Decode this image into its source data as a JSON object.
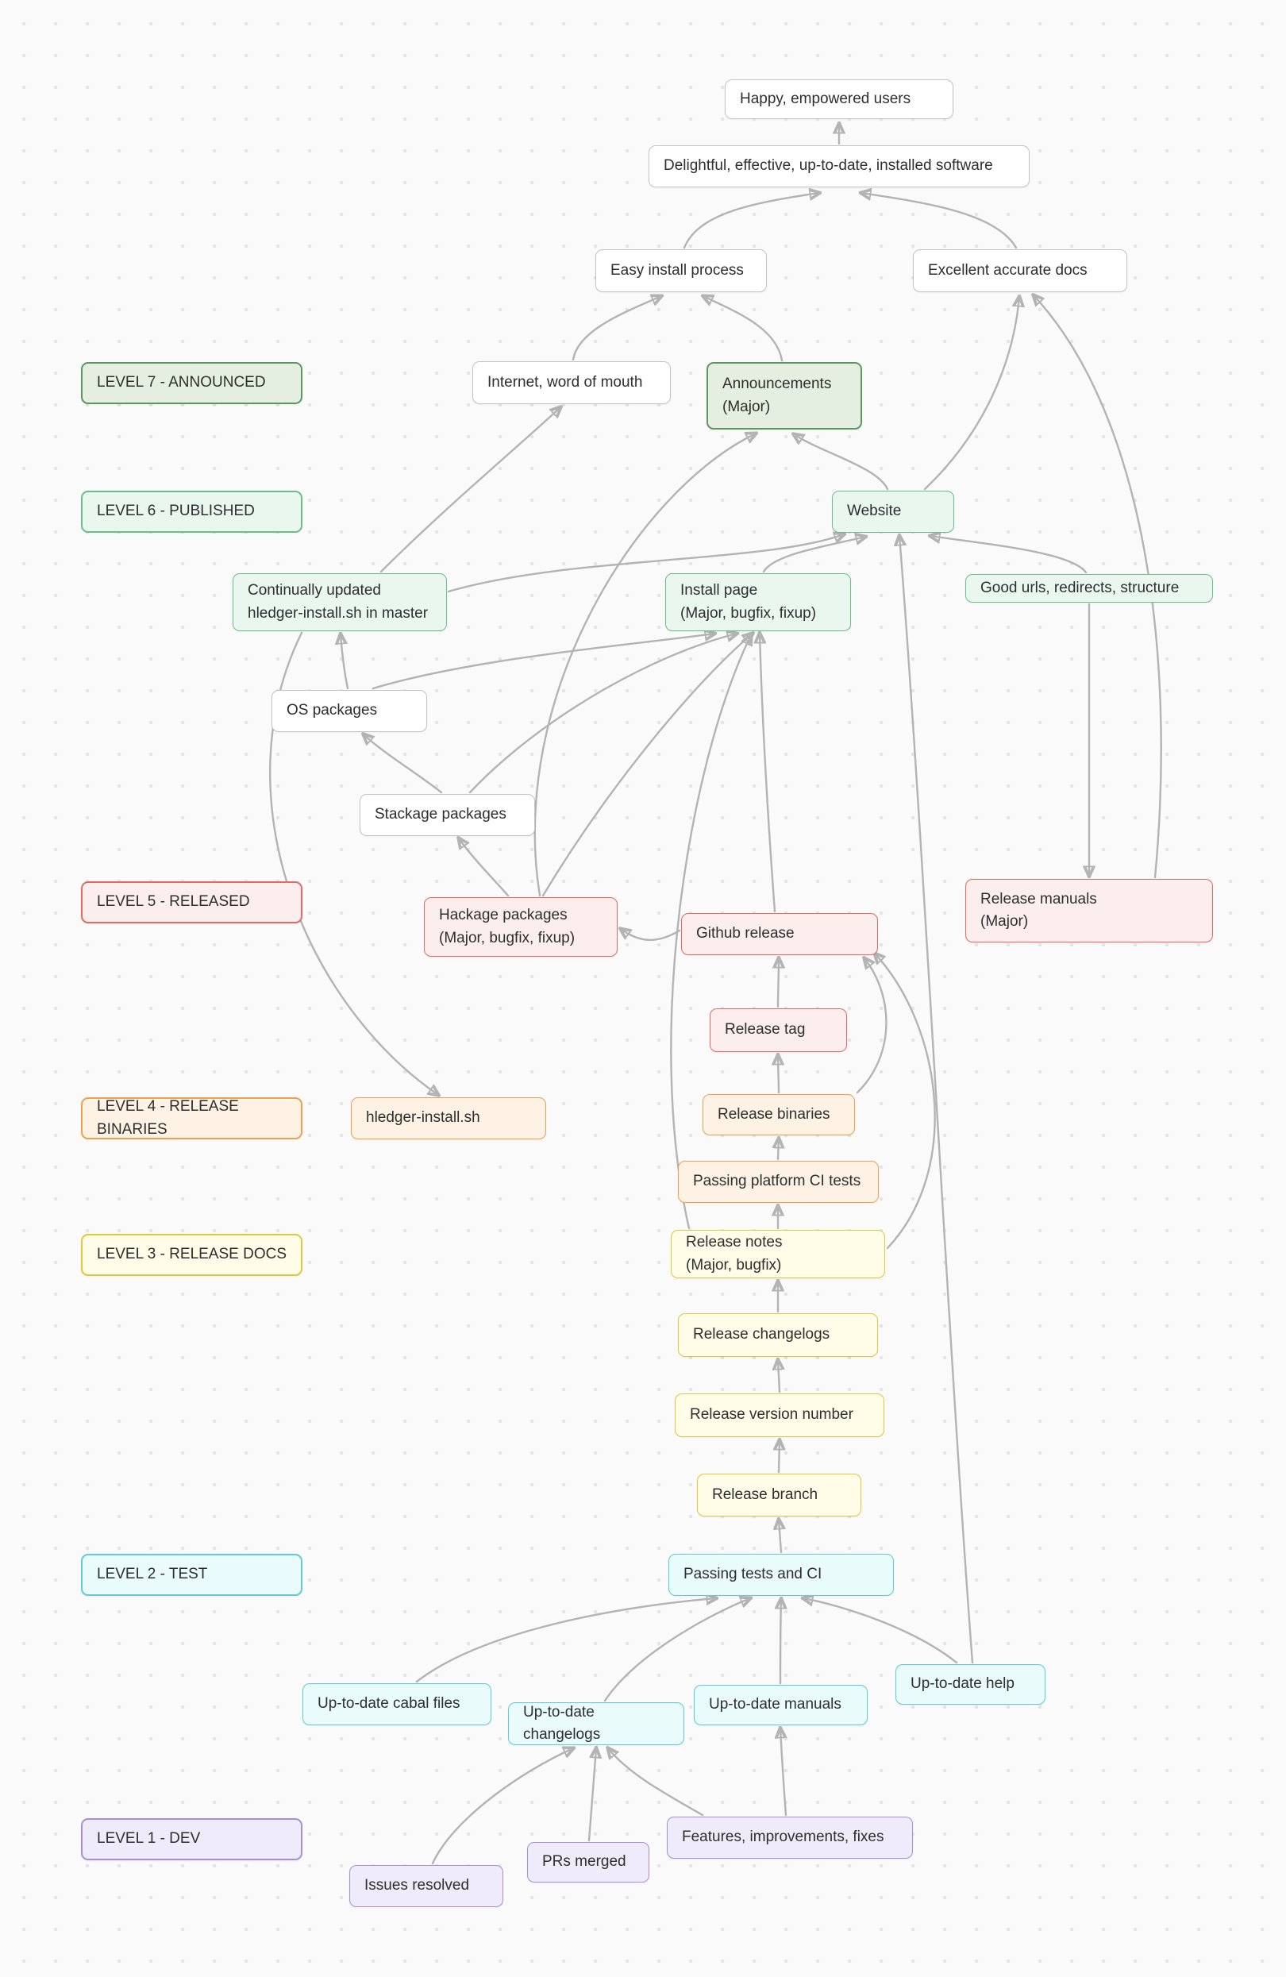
{
  "levels": {
    "l7": "LEVEL 7 - ANNOUNCED",
    "l6": "LEVEL 6 - PUBLISHED",
    "l5": "LEVEL 5 - RELEASED",
    "l4": "LEVEL 4 - RELEASE BINARIES",
    "l3": "LEVEL 3 - RELEASE DOCS",
    "l2": "LEVEL 2 - TEST",
    "l1": "LEVEL 1 - DEV"
  },
  "nodes": {
    "happy": "Happy, empowered users",
    "delightful": "Delightful, effective, up-to-date, installed software",
    "easy_install": "Easy install process",
    "excellent_docs": "Excellent accurate docs",
    "internet": "Internet, word of mouth",
    "announcements": "Announcements\n(Major)",
    "website": "Website",
    "continually": "Continually updated\nhledger-install.sh in master",
    "install_page": "Install page\n(Major, bugfix, fixup)",
    "good_urls": "Good urls, redirects, structure",
    "os_packages": "OS packages",
    "stackage": "Stackage packages",
    "hackage": "Hackage packages\n(Major, bugfix, fixup)",
    "github_release": "Github release",
    "release_manuals": "Release manuals\n(Major)",
    "release_tag": "Release tag",
    "hledger_install": "hledger-install.sh",
    "release_binaries": "Release binaries",
    "passing_platform": "Passing platform CI tests",
    "release_notes": "Release notes\n(Major, bugfix)",
    "release_changelogs": "Release changelogs",
    "release_version": "Release version number",
    "release_branch": "Release branch",
    "passing_tests": "Passing tests and CI",
    "cabal_files": "Up-to-date cabal files",
    "utd_changelogs": "Up-to-date changelogs",
    "utd_manuals": "Up-to-date manuals",
    "utd_help": "Up-to-date help",
    "features": "Features, improvements, fixes",
    "prs_merged": "PRs merged",
    "issues_resolved": "Issues resolved"
  },
  "colors": {
    "announced": "#5b975f",
    "published": "#6dbd8b",
    "released": "#e26a65",
    "release_binaries": "#eba14f",
    "release_docs": "#ddc83e",
    "test": "#5ecbd6",
    "dev": "#a78fd8",
    "edge": "#b3b3b3",
    "canvas_background": "#fafafa"
  }
}
